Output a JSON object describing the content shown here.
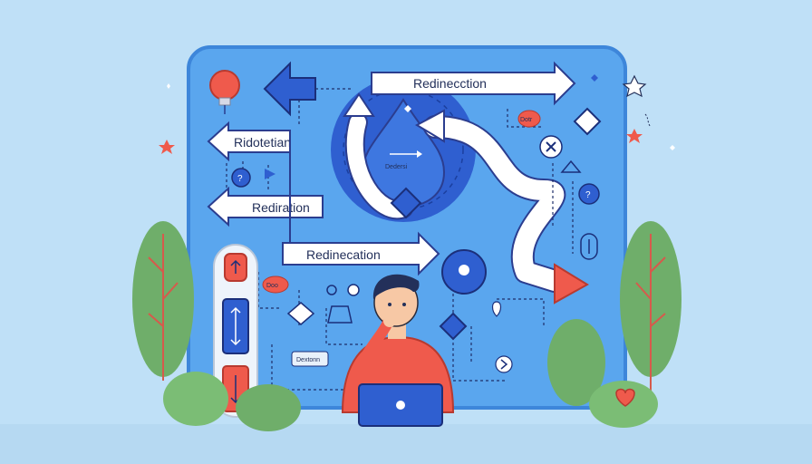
{
  "labels": {
    "arrow_top": "Redinecction",
    "arrow_left_top": "Ridotetian",
    "arrow_left_mid": "Rediration",
    "arrow_center": "Redinecation",
    "circle_text": "Dedersi",
    "badge_right": "Dotr",
    "badge_left": "Doo",
    "small_box": "Dextonn"
  },
  "colors": {
    "background": "#bfe0f7",
    "board": "#5aa6ee",
    "board_border": "#3d86da",
    "arrow_fill": "#ffffff",
    "arrow_stroke": "#2b3d8f",
    "accent_red": "#ef5a4c",
    "accent_blue": "#2f5fd0",
    "leaf_green": "#6fae6a"
  },
  "icons": [
    "lightbulb-icon",
    "question-icon",
    "close-icon",
    "diamond-icon",
    "heart-icon",
    "star-icon",
    "sparkle-icon",
    "laptop-icon"
  ]
}
